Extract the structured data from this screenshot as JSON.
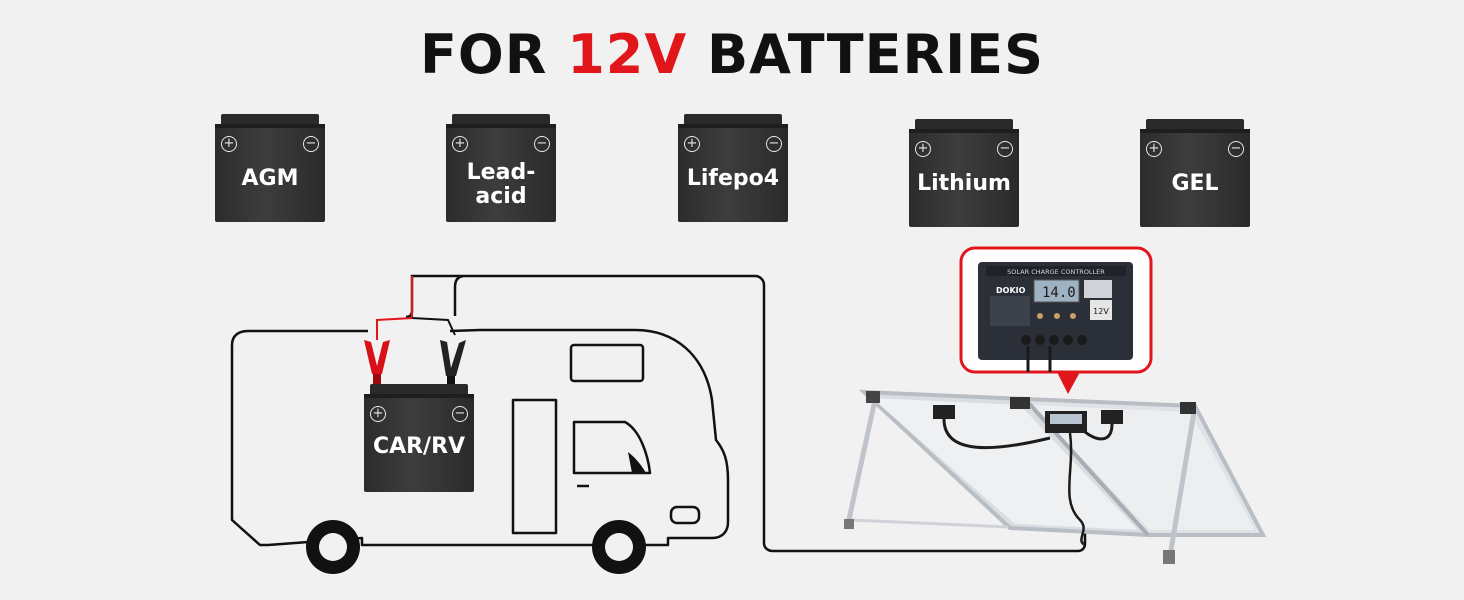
{
  "title": {
    "prefix": "FOR ",
    "accent": "12V",
    "suffix": " BATTERIES"
  },
  "batteries": [
    {
      "line1": "AGM",
      "line2": ""
    },
    {
      "line1": "Lead-",
      "line2": "acid"
    },
    {
      "line1": "Lifepo4",
      "line2": ""
    },
    {
      "line1": "Lithium",
      "line2": ""
    },
    {
      "line1": "GEL",
      "line2": ""
    }
  ],
  "rv_battery": {
    "label": "CAR/RV"
  },
  "controller": {
    "header": "SOLAR CHARGE CONTROLLER",
    "brand": "DOKIO",
    "display": "14.0",
    "voltage": "12V"
  },
  "colors": {
    "accent": "#e1161b",
    "battery": "#333333",
    "background": "#f1f1f1"
  },
  "icons": {
    "plus": "plus-terminal-icon",
    "minus": "minus-terminal-icon"
  }
}
